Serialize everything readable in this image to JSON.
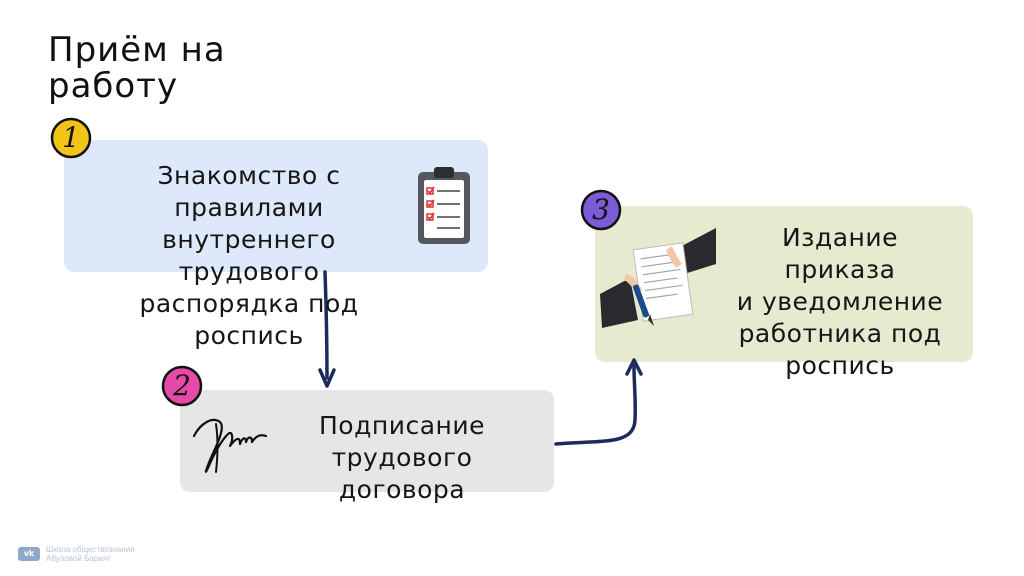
{
  "title": "Приём на\nработу",
  "steps": [
    {
      "number": "1",
      "text": "Знакомство с\nправилами\nвнутреннего\nтрудового\nраспорядка под\nроспись",
      "icon": "clipboard-checklist-icon",
      "badge_color": "#f2c418"
    },
    {
      "number": "2",
      "text": "Подписание\nтрудового\nдоговора",
      "icon": "signature-icon",
      "badge_color": "#e64aa7"
    },
    {
      "number": "3",
      "text": "Издание\nприказа\nи уведомление\nработника под\nроспись",
      "icon": "handshake-document-icon",
      "badge_color": "#7b5cd6"
    }
  ],
  "colors": {
    "card1": "#dde9fb",
    "card2": "#e6e6e6",
    "card3": "#e8ead0",
    "arrow": "#1c2a5e"
  },
  "footer": {
    "logo": "vk",
    "text": "Школа обществознания\nАбуловой Барият"
  }
}
